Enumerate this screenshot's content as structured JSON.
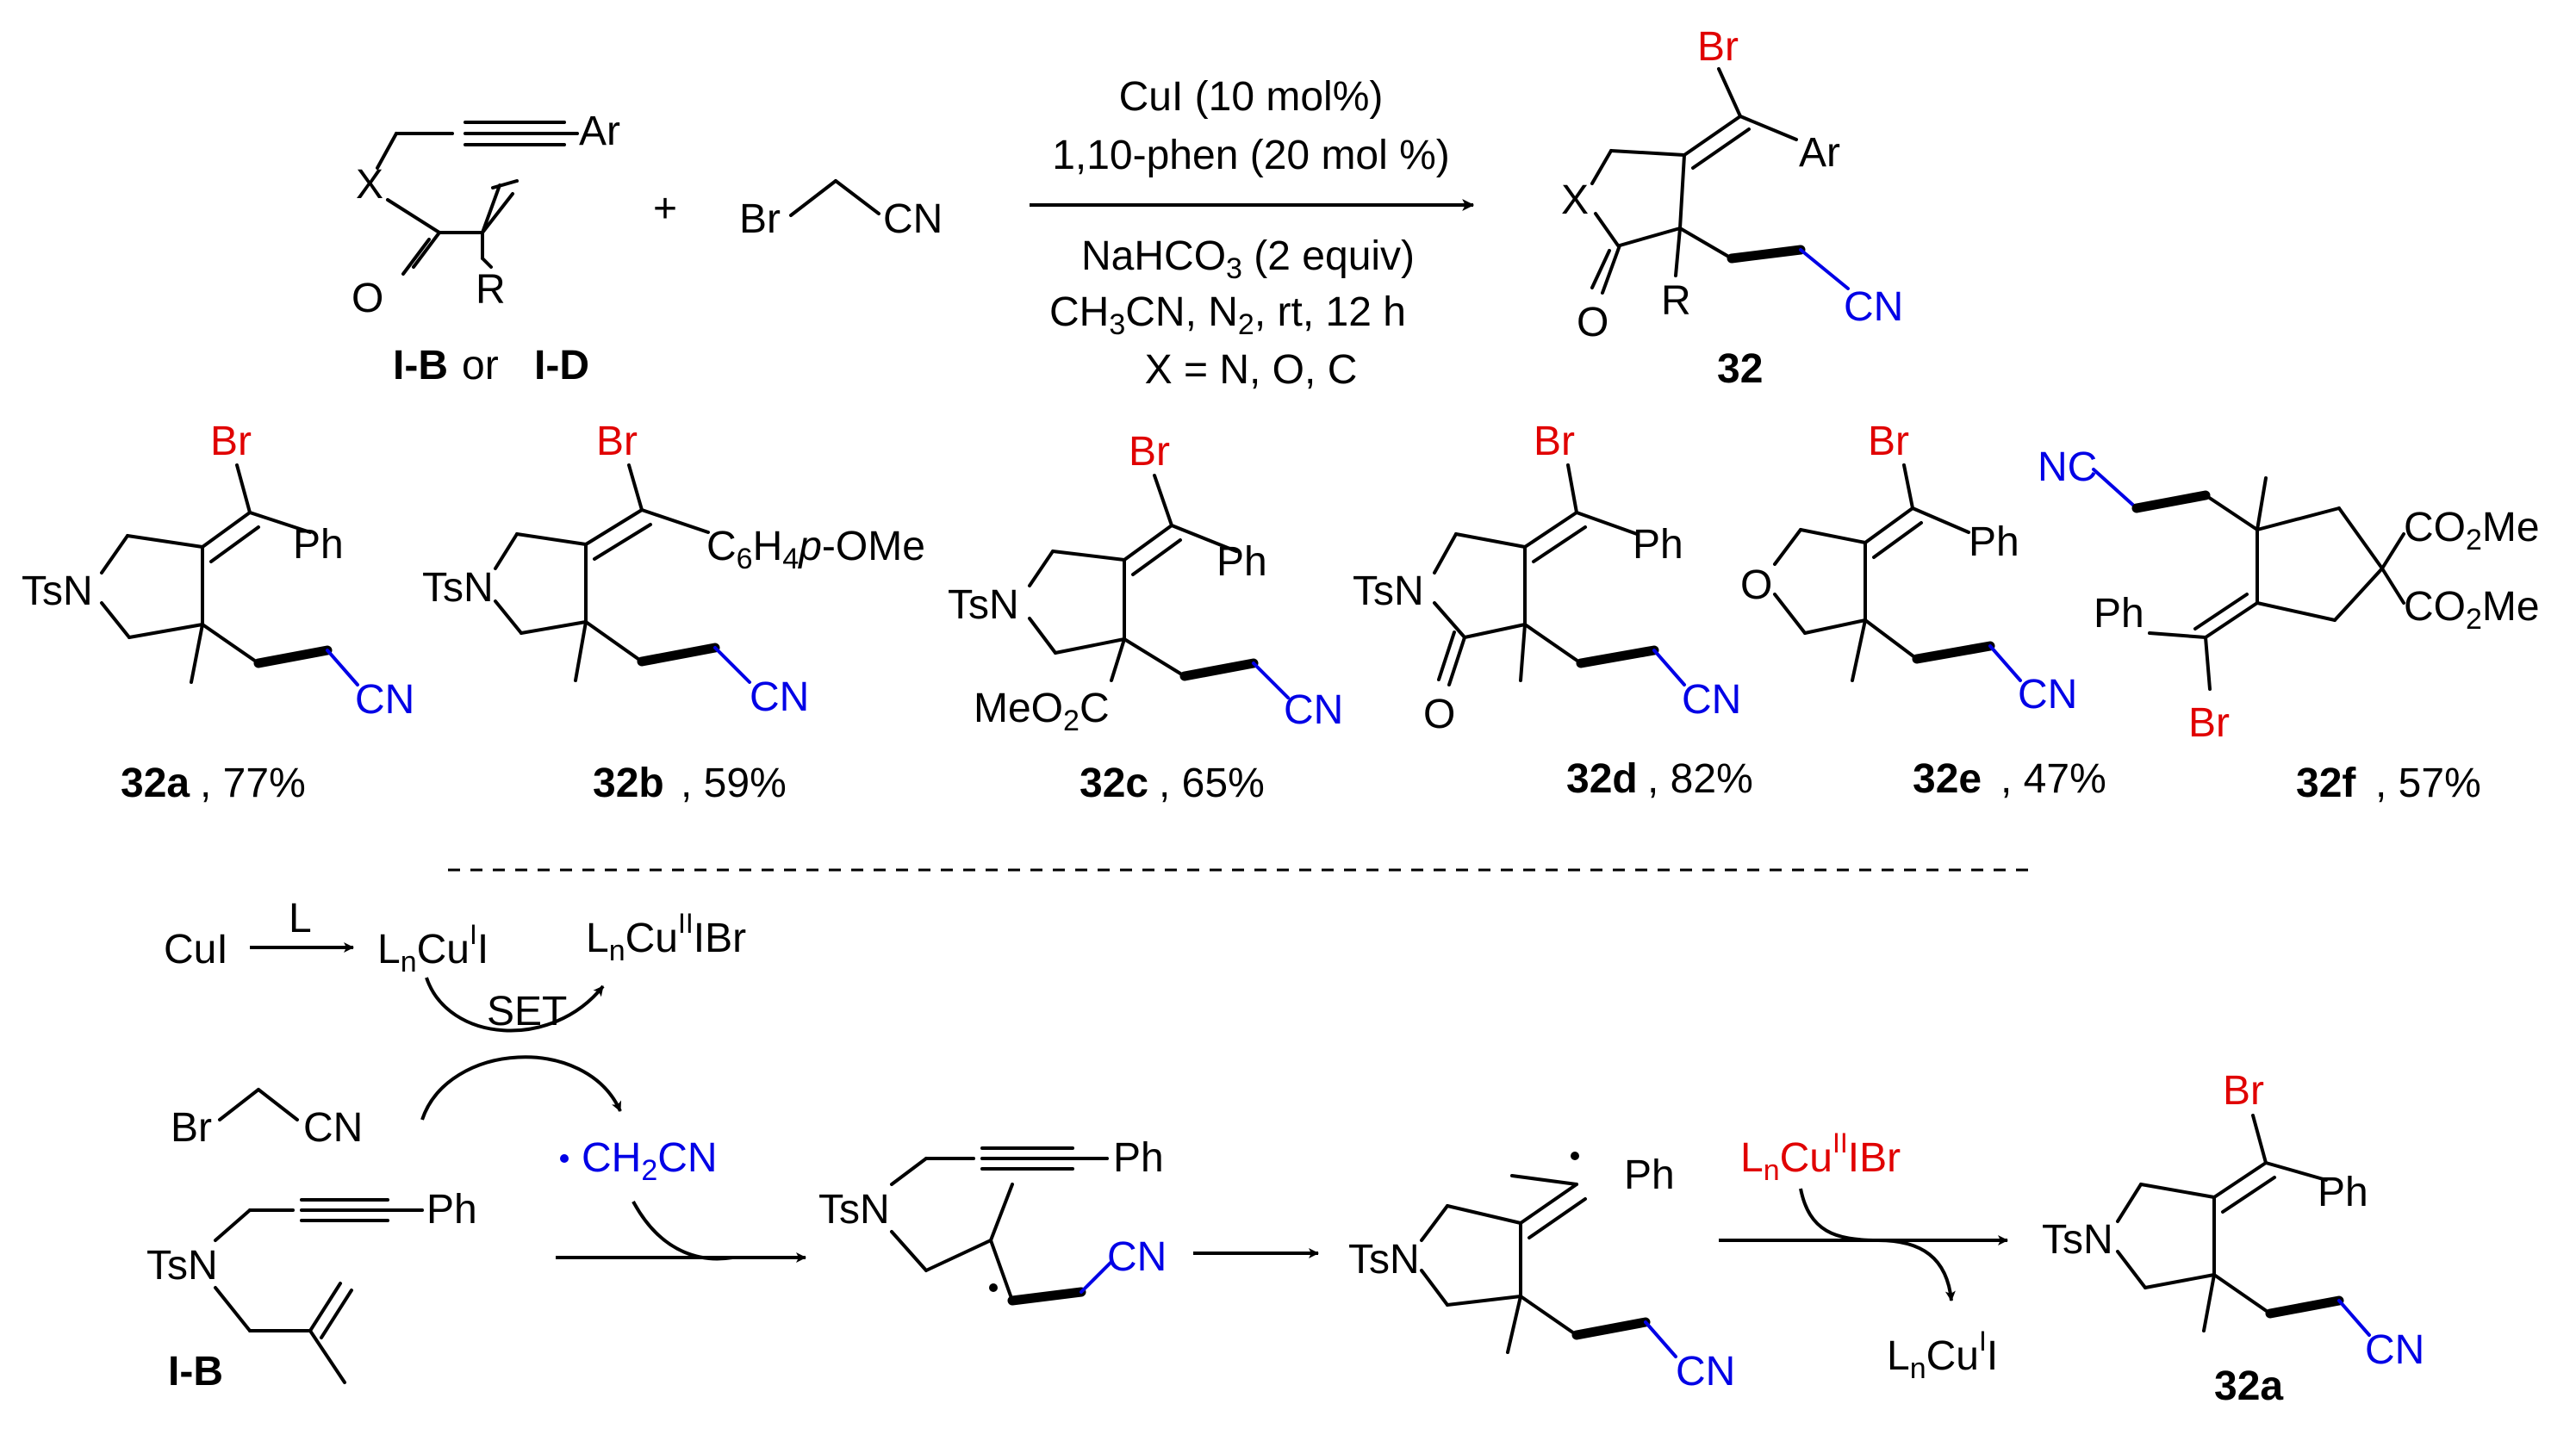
{
  "reaction": {
    "reactant_labels": {
      "x": "X",
      "ar": "Ar",
      "o": "O",
      "r": "R",
      "plus": "+",
      "br": "Br",
      "cn": "CN"
    },
    "reactant_caption": {
      "a": "I-B",
      "or": " or ",
      "b": "I-D"
    },
    "conditions": {
      "line1": "CuI (10 mol%)",
      "line2": "1,10-phen (20 mol %)",
      "line3": "NaHCO",
      "line3_sub": "3",
      "line3_tail": " (2 equiv)",
      "line4_a": "CH",
      "line4_sub1": "3",
      "line4_b": "CN, N",
      "line4_sub2": "2",
      "line4_c": ", rt,  12 h",
      "line5": "X = N, O, C"
    },
    "product": {
      "br": "Br",
      "ar": "Ar",
      "x": "X",
      "o": "O",
      "r": "R",
      "cn": "CN",
      "label": "32"
    }
  },
  "examples": [
    {
      "id": "32a",
      "yield": ", 77%",
      "substituent": "Ph",
      "ring": "TsN",
      "br": "Br",
      "cn": "CN"
    },
    {
      "id": "32b",
      "yield": ", 59%",
      "substituent_a": "C",
      "sub1": "6",
      "substituent_b": "H",
      "sub2": "4",
      "substituent_c": "p",
      "substituent_d": "-OMe",
      "ring": "TsN",
      "br": "Br",
      "cn": "CN"
    },
    {
      "id": "32c",
      "yield": ", 65%",
      "substituent": "Ph",
      "ring": "TsN",
      "ester_a": "MeO",
      "ester_sub": "2",
      "ester_b": "C",
      "br": "Br",
      "cn": "CN"
    },
    {
      "id": "32d",
      "yield": ", 82%",
      "substituent": "Ph",
      "ring": "TsN",
      "o": "O",
      "br": "Br",
      "cn": "CN"
    },
    {
      "id": "32e",
      "yield": ", 47%",
      "substituent": "Ph",
      "ring": "O",
      "br": "Br",
      "cn": "CN"
    },
    {
      "id": "32f",
      "yield": ", 57%",
      "substituent": "Ph",
      "ester1_a": "CO",
      "ester1_sub": "2",
      "ester1_b": "Me",
      "ester2_a": "CO",
      "ester2_sub": "2",
      "ester2_b": "Me",
      "br": "Br",
      "nc": "NC"
    }
  ],
  "mechanism": {
    "cui": "CuI",
    "ligand": "L",
    "lncu1_a": "L",
    "lncu1_n": "n",
    "lncu1_b": "Cu",
    "lncu1_sup": "I",
    "lncu1_c": "I",
    "lncu2_a": "L",
    "lncu2_n": "n",
    "lncu2_b": "Cu",
    "lncu2_sup": "II",
    "lncu2_c": "IBr",
    "set": "SET",
    "bromo_br": "Br",
    "bromo_cn": "CN",
    "radical_a": "CH",
    "radical_sub": "2",
    "radical_b": "CN",
    "substrate_ph": "Ph",
    "substrate_tsn": "TsN",
    "substrate_label": "I-B",
    "int1_tsn": "TsN",
    "int1_ph": "Ph",
    "int1_cn": "CN",
    "int2_tsn": "TsN",
    "int2_ph": "Ph",
    "int2_cn": "CN",
    "oxidant_a": "L",
    "oxidant_n": "n",
    "oxidant_b": "Cu",
    "oxidant_sup": "II",
    "oxidant_c": "IBr",
    "released_a": "L",
    "released_n": "n",
    "released_b": "Cu",
    "released_sup": "I",
    "released_c": "I",
    "product_br": "Br",
    "product_ph": "Ph",
    "product_tsn": "TsN",
    "product_cn": "CN",
    "product_label": "32a"
  },
  "colors": {
    "bromine": "#e00000",
    "nitrile": "#0000e6",
    "bond": "#000000"
  }
}
